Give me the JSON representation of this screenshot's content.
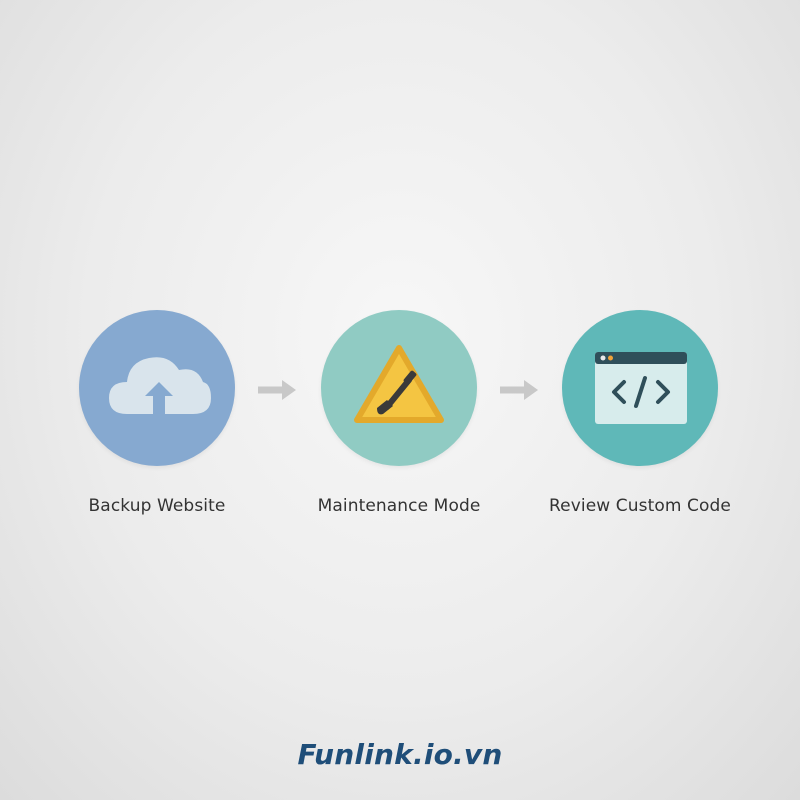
{
  "colors": {
    "background": "#ececec",
    "step1_circle": "#86a9d0",
    "step2_circle": "#90cbc3",
    "step3_circle": "#5fb8b8",
    "arrow": "#c8c8c8",
    "label_text": "#333333",
    "brand": "#1f4e79"
  },
  "steps": [
    {
      "label": "Backup Website",
      "icon": "cloud-upload-icon"
    },
    {
      "label": "Maintenance Mode",
      "icon": "warning-shovel-icon"
    },
    {
      "label": "Review Custom Code",
      "icon": "code-window-icon"
    }
  ],
  "connectors": [
    "arrow-right-icon",
    "arrow-right-icon"
  ],
  "brand": {
    "text": "Funlink.io.vn"
  }
}
